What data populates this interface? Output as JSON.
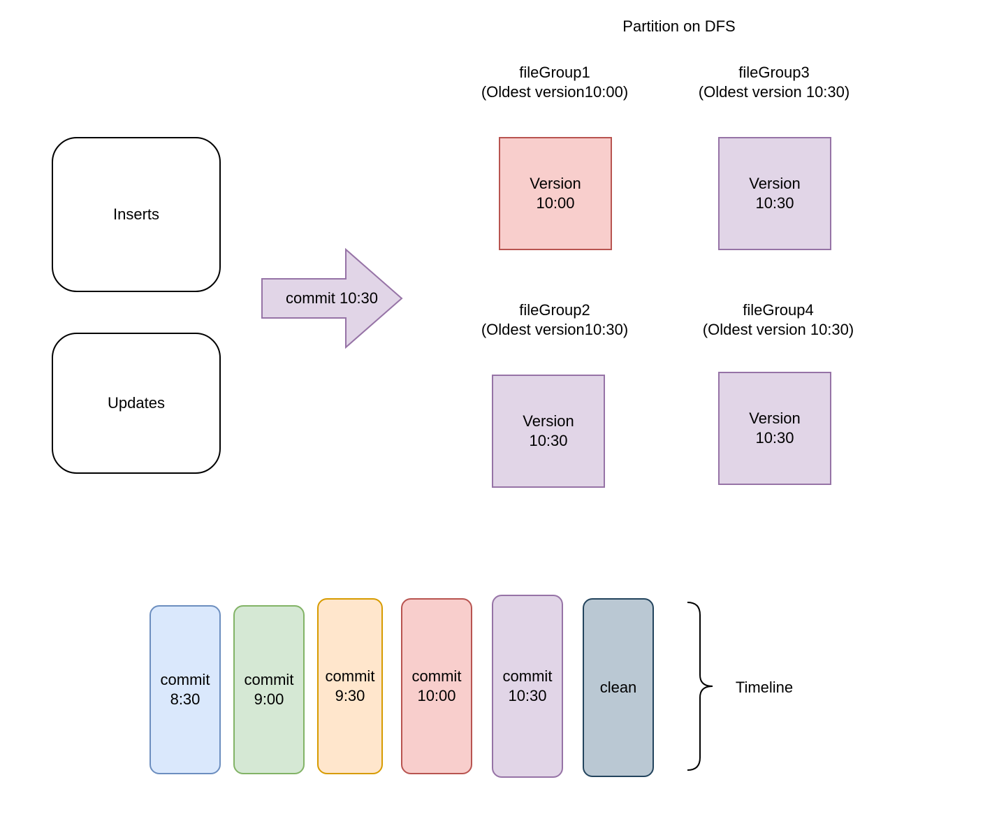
{
  "partition": {
    "title": "Partition on DFS"
  },
  "inputs": {
    "inserts": "Inserts",
    "updates": "Updates"
  },
  "arrow": {
    "label": "commit 10:30",
    "fill": "#e1d5e7",
    "stroke": "#9673a6"
  },
  "file_groups": [
    {
      "title": "fileGroup1\n(Oldest version10:00)",
      "version": "Version\n10:00",
      "fill": "#f8cecc",
      "stroke": "#b85450"
    },
    {
      "title": "fileGroup3\n(Oldest version 10:30)",
      "version": "Version\n10:30",
      "fill": "#e1d5e7",
      "stroke": "#9673a6"
    },
    {
      "title": "fileGroup2\n(Oldest version10:30)",
      "version": "Version\n10:30",
      "fill": "#e1d5e7",
      "stroke": "#9673a6"
    },
    {
      "title": "fileGroup4\n(Oldest version 10:30)",
      "version": "Version\n10:30",
      "fill": "#e1d5e7",
      "stroke": "#9673a6"
    }
  ],
  "timeline": {
    "label": "Timeline",
    "instants": [
      {
        "label": "commit\n8:30",
        "fill": "#dae8fc",
        "stroke": "#6c8ebf"
      },
      {
        "label": "commit\n9:00",
        "fill": "#d5e8d4",
        "stroke": "#82b366"
      },
      {
        "label": "commit\n9:30",
        "fill": "#ffe6cc",
        "stroke": "#d79b00"
      },
      {
        "label": "commit\n10:00",
        "fill": "#f8cecc",
        "stroke": "#b85450"
      },
      {
        "label": "commit\n10:30",
        "fill": "#e1d5e7",
        "stroke": "#9673a6"
      },
      {
        "label": "clean",
        "fill": "#bac8d3",
        "stroke": "#23445d"
      }
    ]
  }
}
